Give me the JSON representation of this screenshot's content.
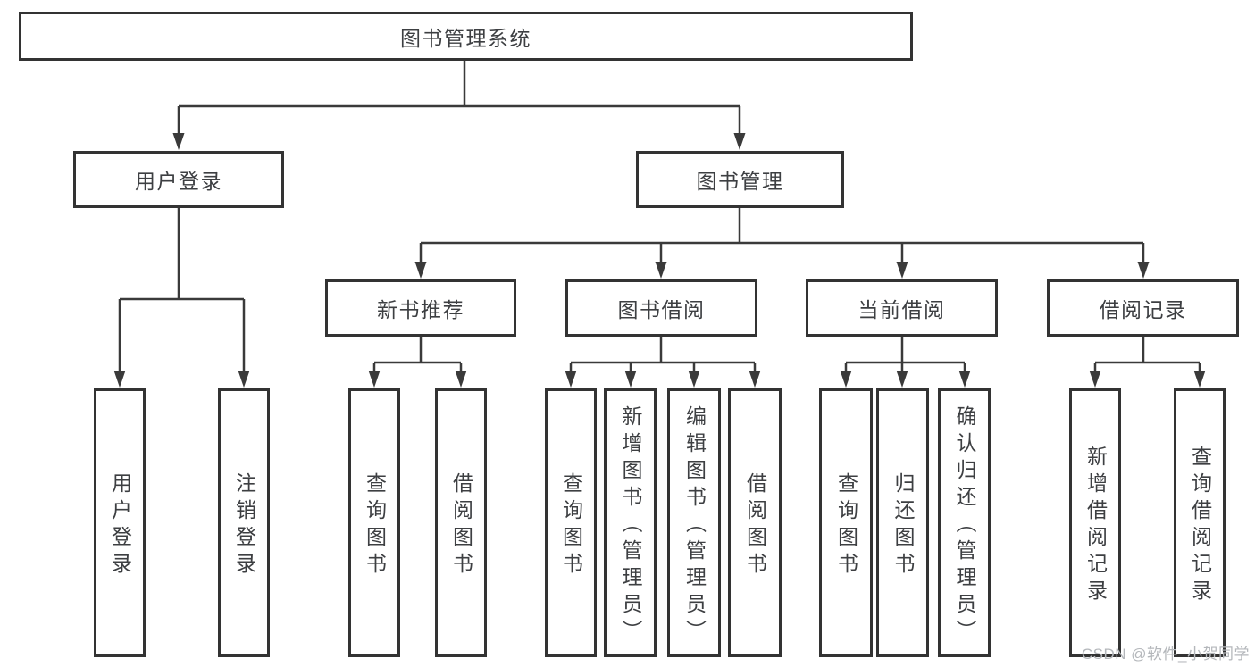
{
  "tree": {
    "root": "图书管理系统",
    "level2": {
      "user_login": "用户登录",
      "book_management": "图书管理"
    },
    "level3": {
      "new_book_recommend": "新书推荐",
      "book_borrowing": "图书借阅",
      "current_borrowing": "当前借阅",
      "borrowing_records": "借阅记录"
    },
    "leaves": {
      "user_login": "用户登录",
      "logout": "注销登录",
      "recommend_query_book": "查询图书",
      "recommend_borrow_book": "借阅图书",
      "borrowing_query_book": "查询图书",
      "borrowing_add_book_admin": "新增图书（管理员）",
      "borrowing_edit_book_admin": "编辑图书（管理员）",
      "borrowing_borrow_book": "借阅图书",
      "current_query_book": "查询图书",
      "current_return_book": "归还图书",
      "current_confirm_return_admin": "确认归还（管理员）",
      "records_add_record": "新增借阅记录",
      "records_query_record": "查询借阅记录"
    }
  },
  "watermark": "CSDN @软件_小贺同学",
  "colors": {
    "box_border": "#333333",
    "connector": "#3a3a3a",
    "text": "#3d3f42",
    "watermark": "#b4b7bb",
    "background": "#ffffff"
  }
}
